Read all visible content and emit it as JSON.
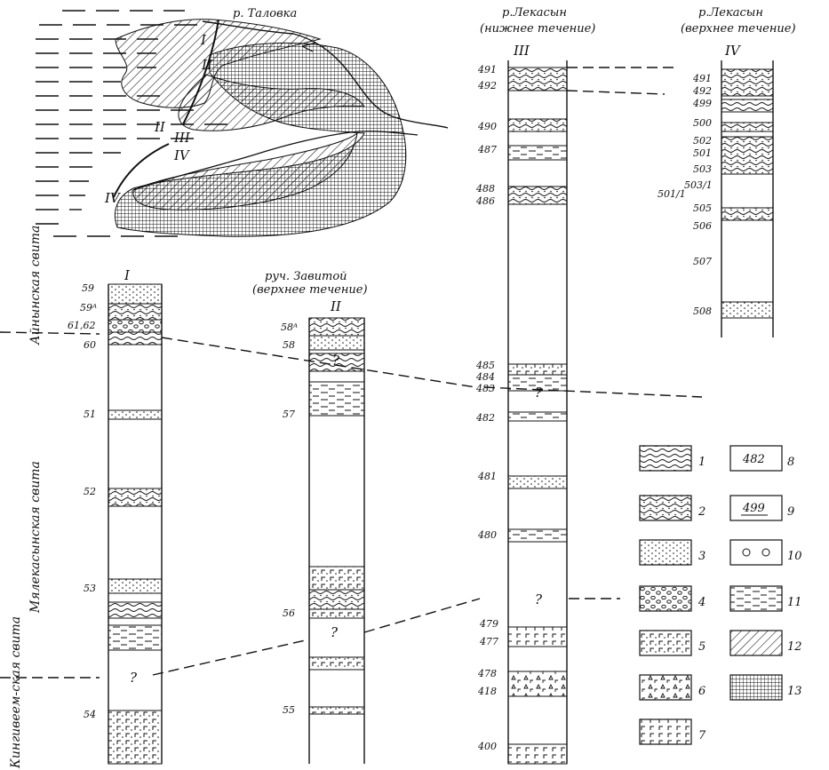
{
  "map": {
    "river": "р. Таловка",
    "section_numbers": [
      "I",
      "II",
      "III",
      "IV"
    ]
  },
  "columns": [
    {
      "roman": "I",
      "header": [],
      "samples": [
        "59",
        "59ᴬ",
        "61,62",
        "60",
        "51",
        "52",
        "53",
        "54"
      ]
    },
    {
      "roman": "II",
      "header": [
        "руч. Завитой",
        "(верхнее течение)"
      ],
      "samples": [
        "58ᴬ",
        "58",
        "57",
        "56",
        "55"
      ]
    },
    {
      "roman": "III",
      "header": [
        "р.Лекасын",
        "(нижнее течение)"
      ],
      "samples": [
        "491",
        "492",
        "490",
        "487",
        "488",
        "486",
        "485",
        "484",
        "483",
        "482",
        "481",
        "480",
        "479",
        "477",
        "478",
        "418",
        "400"
      ]
    },
    {
      "roman": "IV",
      "header": [
        "р.Лекасын",
        "(верхнее течение)"
      ],
      "samples": [
        "491",
        "492",
        "499",
        "500",
        "502",
        "501",
        "503",
        "503/1",
        "501/1",
        "505",
        "506",
        "507",
        "508"
      ]
    }
  ],
  "suites": [
    "Айнынская свита",
    "Мялекасынская свита",
    "Кингивеем-ская свита"
  ],
  "legend": {
    "items": [
      {
        "num": "1",
        "pattern": "wavy"
      },
      {
        "num": "2",
        "pattern": "wavy-dots"
      },
      {
        "num": "3",
        "pattern": "dots"
      },
      {
        "num": "4",
        "pattern": "pebbles"
      },
      {
        "num": "5",
        "pattern": "tuff-dots"
      },
      {
        "num": "6",
        "pattern": "triangles"
      },
      {
        "num": "7",
        "pattern": "tuff"
      },
      {
        "num": "8",
        "pattern": "label",
        "text": "482"
      },
      {
        "num": "9",
        "pattern": "label-underlined",
        "text": "499"
      },
      {
        "num": "10",
        "pattern": "fossils"
      },
      {
        "num": "11",
        "pattern": "dashes"
      },
      {
        "num": "12",
        "pattern": "hatch"
      },
      {
        "num": "13",
        "pattern": "grid"
      }
    ]
  },
  "question_mark": "?"
}
